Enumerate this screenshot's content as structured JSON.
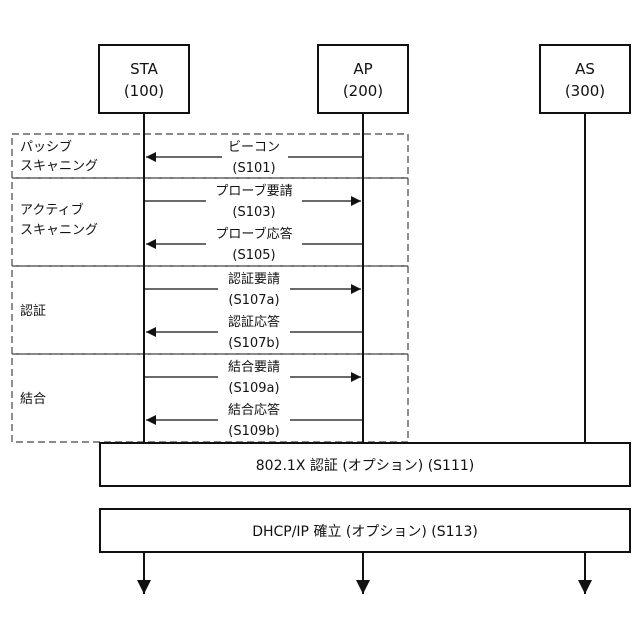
{
  "entities": [
    {
      "name": "STA",
      "id": "(100)"
    },
    {
      "name": "AP",
      "id": "(200)"
    },
    {
      "name": "AS",
      "id": "(300)"
    }
  ],
  "phases": [
    {
      "label_line1": "パッシブ",
      "label_line2": "スキャニング"
    },
    {
      "label_line1": "アクティブ",
      "label_line2": "スキャニング"
    },
    {
      "label_line1": "認証",
      "label_line2": ""
    },
    {
      "label_line1": "結合",
      "label_line2": ""
    }
  ],
  "messages": [
    {
      "label": "ビーコン",
      "step": "(S101)",
      "direction": "AP→STA"
    },
    {
      "label": "プローブ要請",
      "step": "(S103)",
      "direction": "STA→AP"
    },
    {
      "label": "プローブ応答",
      "step": "(S105)",
      "direction": "AP→STA"
    },
    {
      "label": "認証要請",
      "step": "(S107a)",
      "direction": "STA→AP"
    },
    {
      "label": "認証応答",
      "step": "(S107b)",
      "direction": "AP→STA"
    },
    {
      "label": "結合要請",
      "step": "(S109a)",
      "direction": "STA→AP"
    },
    {
      "label": "結合応答",
      "step": "(S109b)",
      "direction": "AP→STA"
    }
  ],
  "steps": [
    {
      "label": "802.1X 認証 (オプション) (S111)"
    },
    {
      "label": "DHCP/IP 確立 (オプション) (S113)"
    }
  ]
}
